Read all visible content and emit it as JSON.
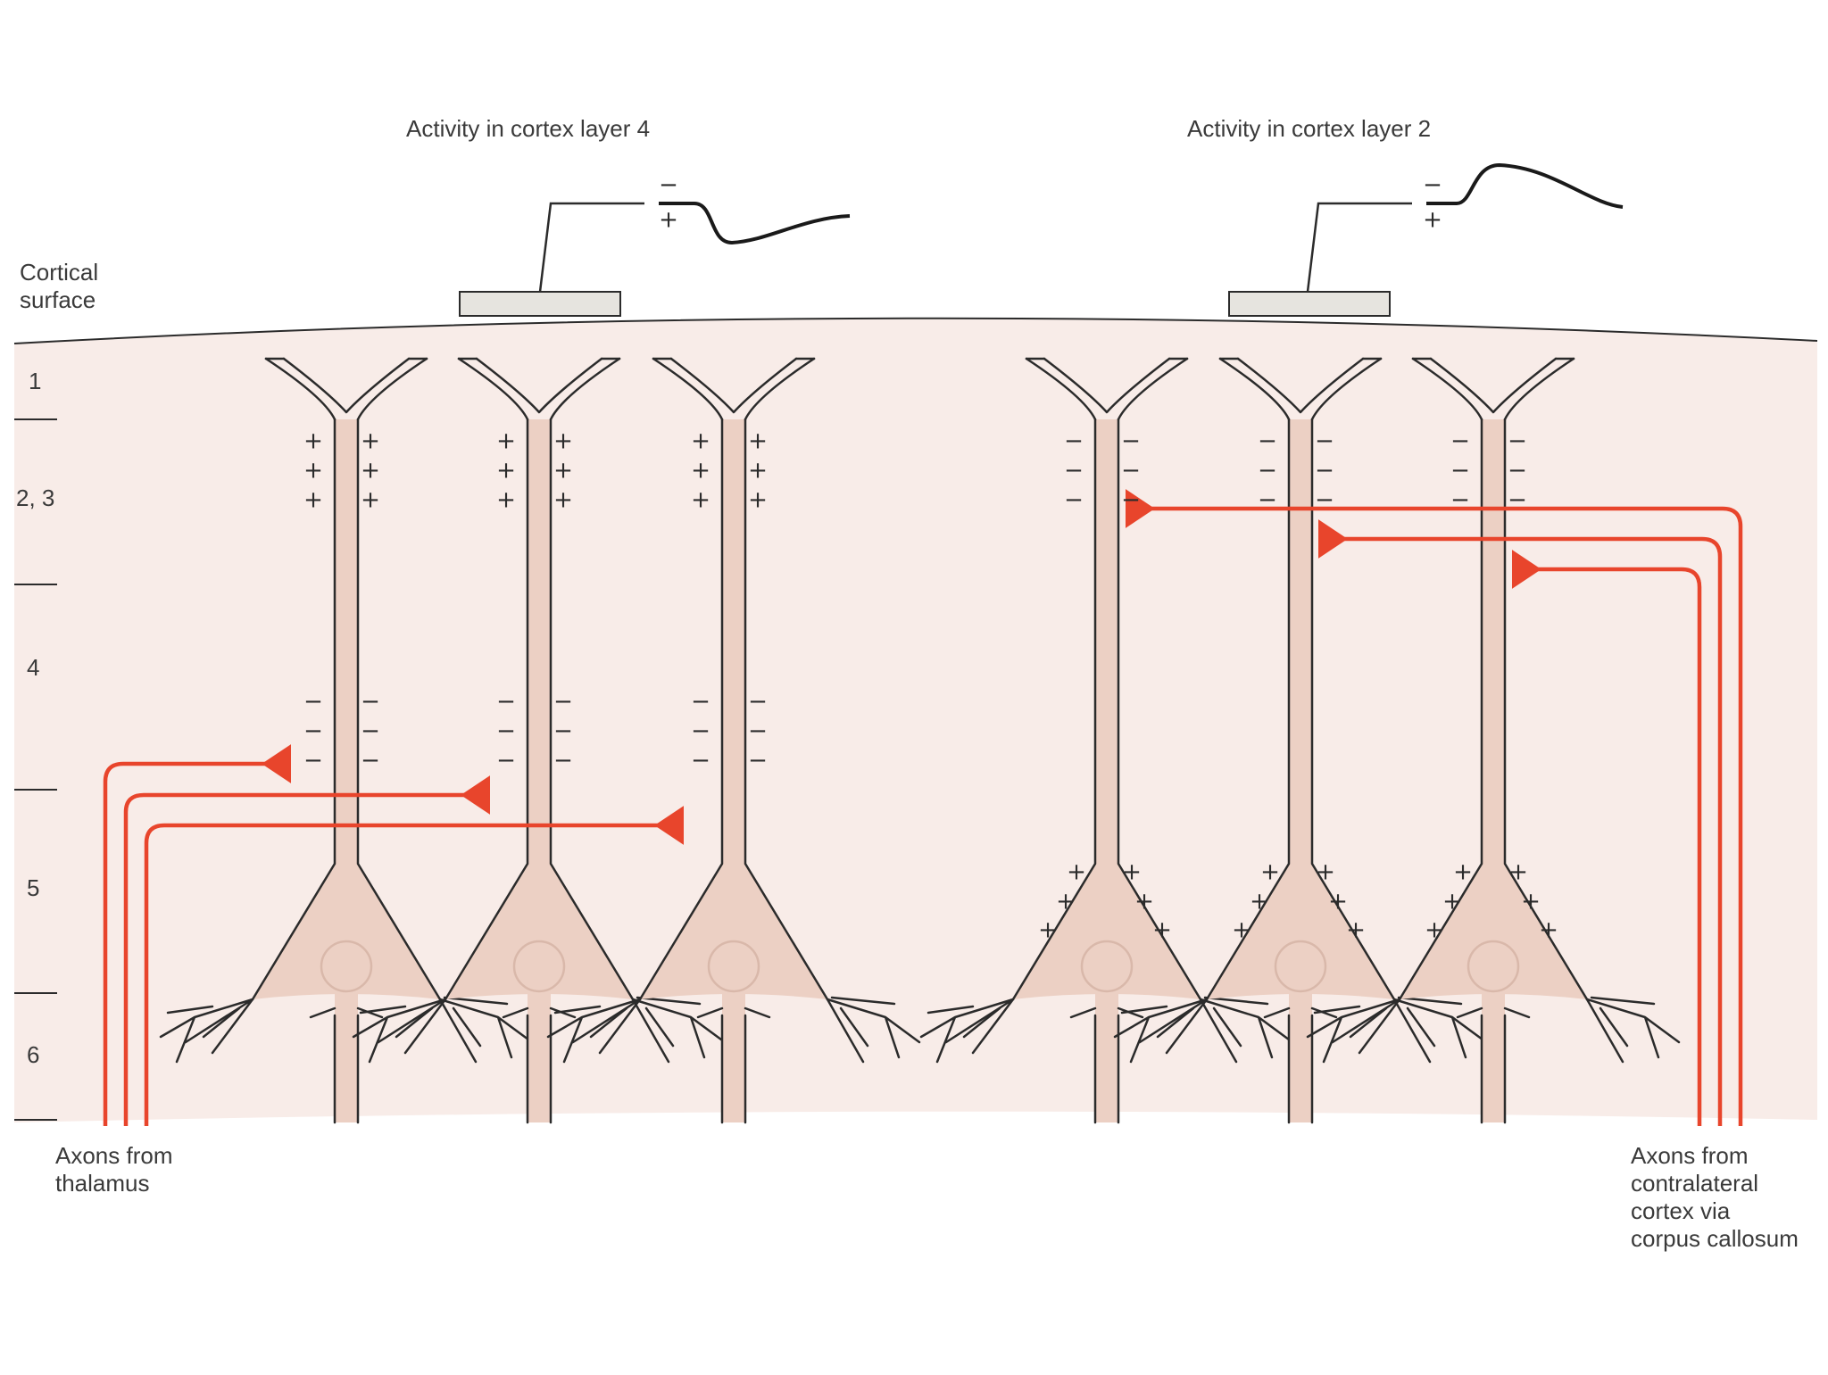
{
  "titles": {
    "left": "Activity in cortex layer 4",
    "right": "Activity in cortex layer 2"
  },
  "labels": {
    "cortical_surface": "Cortical\nsurface",
    "axons_thalamus": "Axons from\nthalamus",
    "axons_contralateral": "Axons from\ncontralateral\ncortex via\ncorpus callosum"
  },
  "layers": [
    "1",
    "2, 3",
    "4",
    "5",
    "6"
  ],
  "signs": {
    "plus": "+",
    "minus": "−"
  },
  "colors": {
    "background": "#ffffff",
    "cortex_tissue": "#f8ece8",
    "neuron_fill": "#ecd0c4",
    "outline": "#2b2b2b",
    "axon": "#e8452c",
    "electrode": "#e6e4df"
  }
}
